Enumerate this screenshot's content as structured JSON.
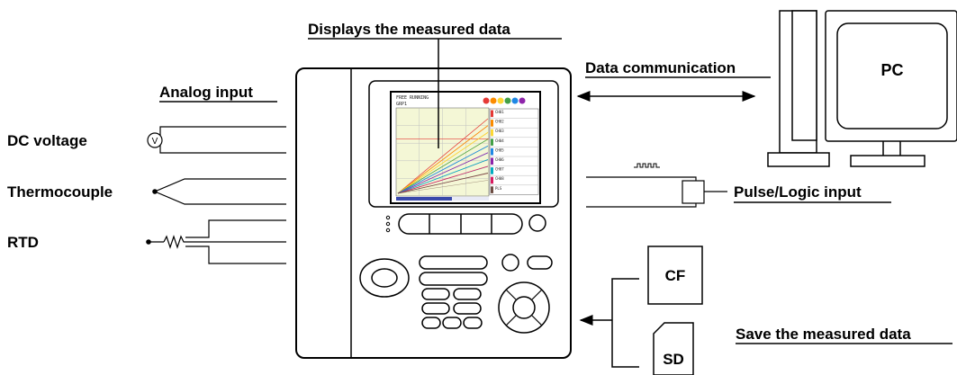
{
  "labels": {
    "displays": "Displays the measured data",
    "analog_input": "Analog input",
    "dc_voltage": "DC voltage",
    "thermocouple": "Thermocouple",
    "rtd": "RTD",
    "data_communication": "Data communication",
    "pc": "PC",
    "pulse_logic_input": "Pulse/Logic input",
    "save": "Save the measured data",
    "cf": "CF",
    "sd": "SD"
  },
  "symbols": {
    "voltmeter": "V"
  },
  "screen": {
    "status": "FREE RUNNING",
    "group": "GRP1",
    "channel_rows": [
      "CH01",
      "CH02",
      "CH03",
      "CH04",
      "CH05",
      "CH06",
      "CH07",
      "CH08",
      "PLS"
    ],
    "trace_colors": [
      "#e53935",
      "#fb8c00",
      "#fdd835",
      "#43a047",
      "#1e88e5",
      "#8e24aa",
      "#00acc1",
      "#d81b60",
      "#6d4c41"
    ],
    "plot_background": "#f4f7d6"
  }
}
